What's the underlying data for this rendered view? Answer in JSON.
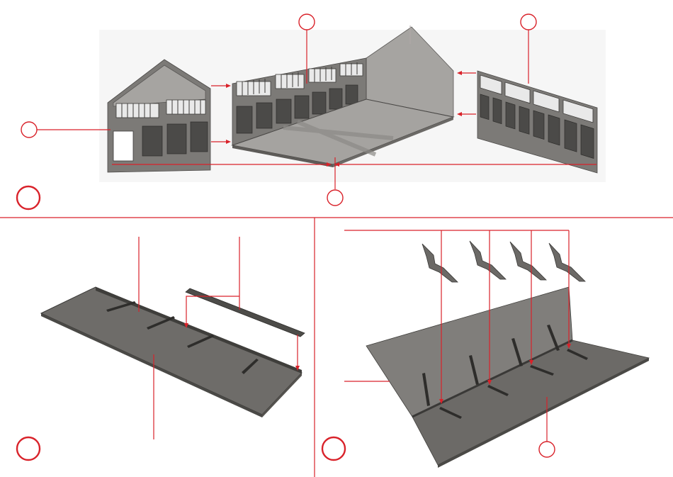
{
  "steps": [
    {
      "id": "step-a",
      "number": ""
    },
    {
      "id": "step-b",
      "number": ""
    },
    {
      "id": "step-c",
      "number": ""
    }
  ],
  "callouts": [
    {
      "id": "callout-left-wall",
      "number": ""
    },
    {
      "id": "callout-back-wall",
      "number": ""
    },
    {
      "id": "callout-right-wall",
      "number": ""
    },
    {
      "id": "callout-floor",
      "number": ""
    },
    {
      "id": "callout-roof-c",
      "number": ""
    }
  ],
  "colors": {
    "accent": "#d9222a",
    "part_gray": "#7c7a77",
    "dark_gray": "#3a3937"
  }
}
